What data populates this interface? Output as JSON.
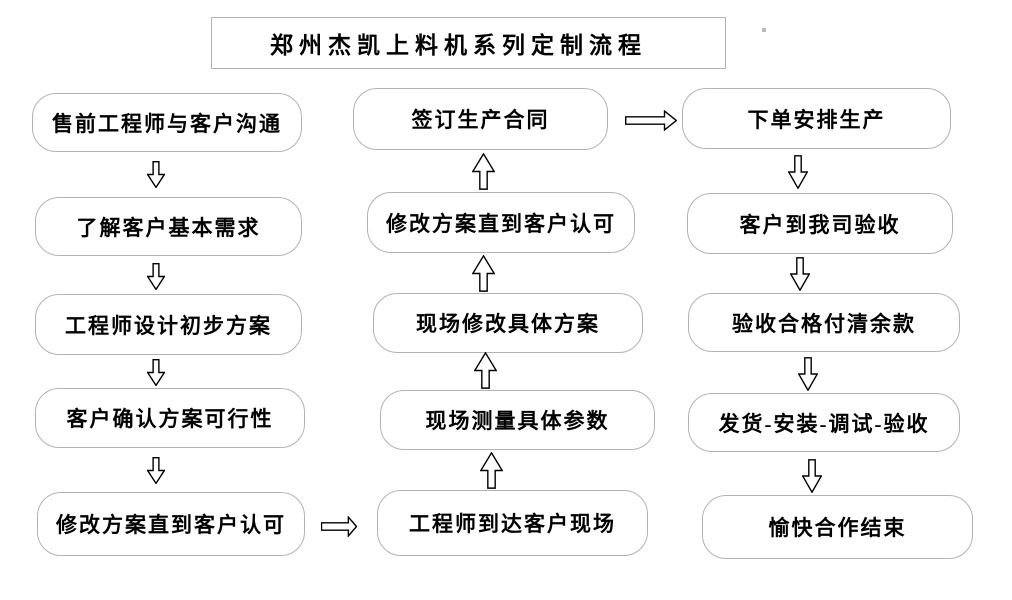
{
  "title": "郑州杰凯上料机系列定制流程",
  "flow": {
    "left": [
      "售前工程师与客户沟通",
      "了解客户基本需求",
      "工程师设计初步方案",
      "客户确认方案可行性",
      "修改方案直到客户认可"
    ],
    "middle": [
      "签订生产合同",
      "修改方案直到客户认可",
      "现场修改具体方案",
      "现场测量具体参数",
      "工程师到达客户现场"
    ],
    "right": [
      "下单安排生产",
      "客户到我司验收",
      "验收合格付清余款",
      "发货-安装-调试-验收",
      "愉快合作结束"
    ]
  },
  "colors": {
    "box_border": "#b3b3b3",
    "arrow_outline": "#000000",
    "text": "#000000",
    "background": "#ffffff"
  }
}
